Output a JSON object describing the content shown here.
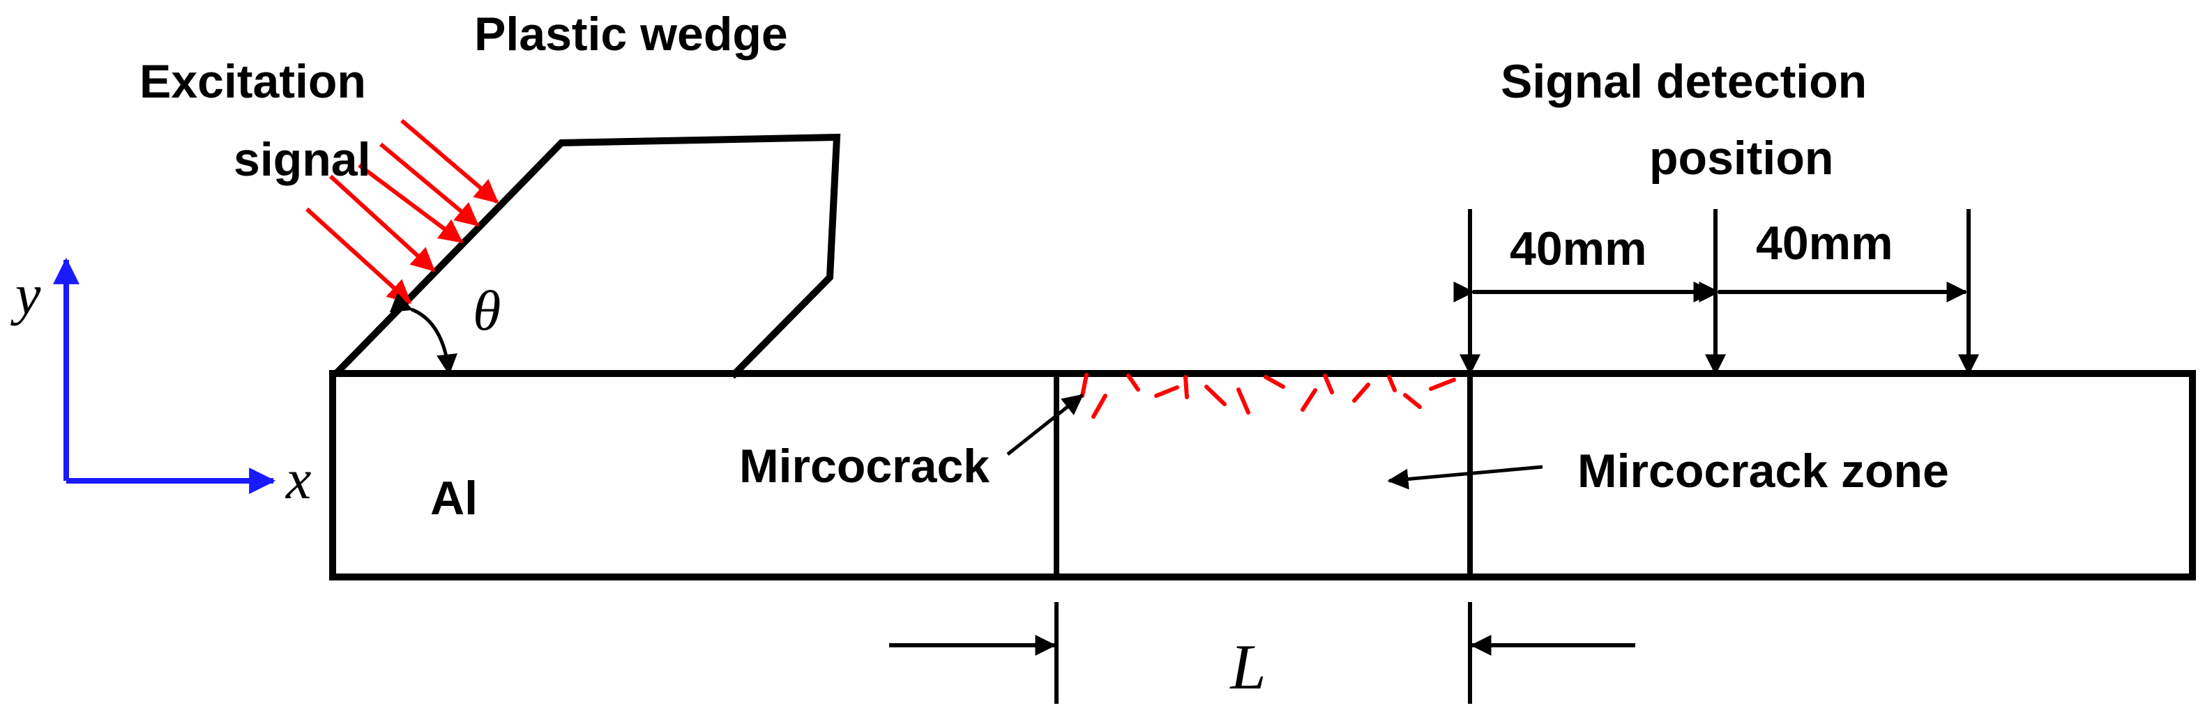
{
  "labels": {
    "plastic_wedge": "Plastic wedge",
    "excitation_line1": "Excitation",
    "excitation_line2": "signal",
    "signal_detection_line1": "Signal detection",
    "signal_detection_line2": "position",
    "spacing_1": "40mm",
    "spacing_2": "40mm",
    "material": "Al",
    "microcrack": "Mircocrack",
    "microcrack_zone": "Mircocrack zone",
    "angle": "θ",
    "length": "L",
    "axis_x": "x",
    "axis_y": "y"
  },
  "colors": {
    "outline": "#000000",
    "signal": "#ff0000",
    "crack": "#ff0000",
    "axes": "#1a1aff"
  }
}
